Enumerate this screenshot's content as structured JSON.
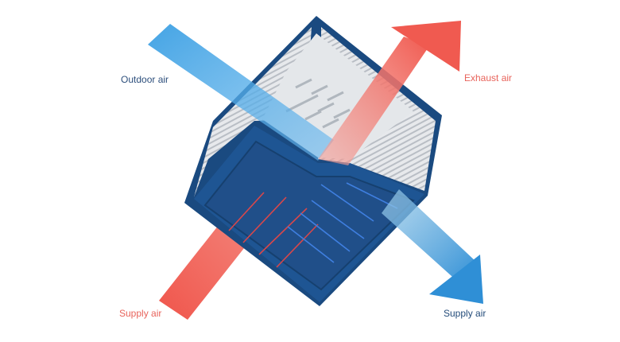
{
  "labels": {
    "outdoor_air": "Outdoor air",
    "exhaust_air": "Exhaust air",
    "supply_air_in": "Supply air",
    "supply_air_out": "Supply air"
  },
  "colors": {
    "cold_air": "#3a9fe3",
    "warm_air": "#f26a5e",
    "label_blue": "#2d4f7c",
    "label_red": "#e8635b",
    "label_navy": "#244c7a",
    "cube_dark": "#1a4a80",
    "cube_face": "#1e5593",
    "plates": "#d9dde2"
  }
}
